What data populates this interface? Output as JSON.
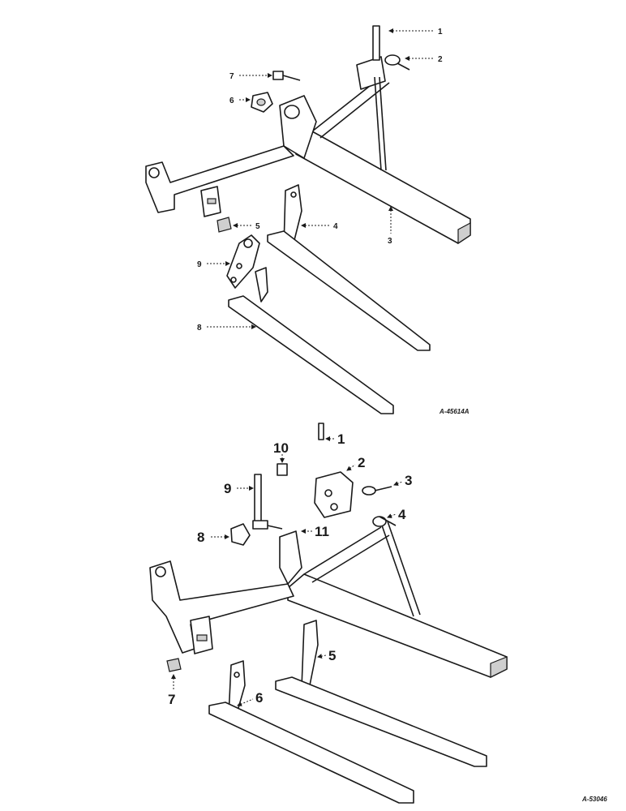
{
  "upper_diagram": {
    "code": "A-45614A",
    "callouts": [
      "1",
      "2",
      "3",
      "4",
      "5",
      "6",
      "7",
      "8",
      "9"
    ]
  },
  "lower_diagram": {
    "code": "A-53046",
    "callouts": [
      "1",
      "2",
      "3",
      "4",
      "5",
      "6",
      "7",
      "8",
      "9",
      "10",
      "11"
    ]
  },
  "colors": {
    "ink": "#1a1a1a",
    "paper": "#ffffff"
  }
}
